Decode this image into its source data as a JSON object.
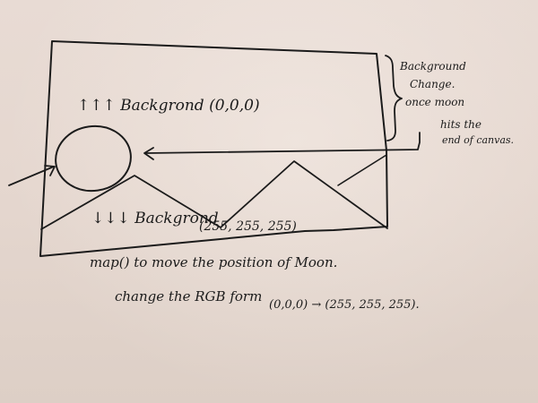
{
  "annotations": {
    "top_label": "↑↑↑ Backgrond (0,0,0)",
    "bottom_label": "↓↓↓ Backgrond",
    "bottom_rgb": "(255, 255, 255)",
    "side_note": [
      "Background",
      "Change.",
      "once moon",
      "hits the",
      "end of canvas."
    ],
    "caption_line1": "map() to move the position of Moon.",
    "caption_line2": "change the RGB form",
    "caption_line3": "(0,0,0) → (255, 255, 255)."
  },
  "colors": {
    "ink": "#1b1b1b",
    "paper": "#e5d7cf"
  }
}
